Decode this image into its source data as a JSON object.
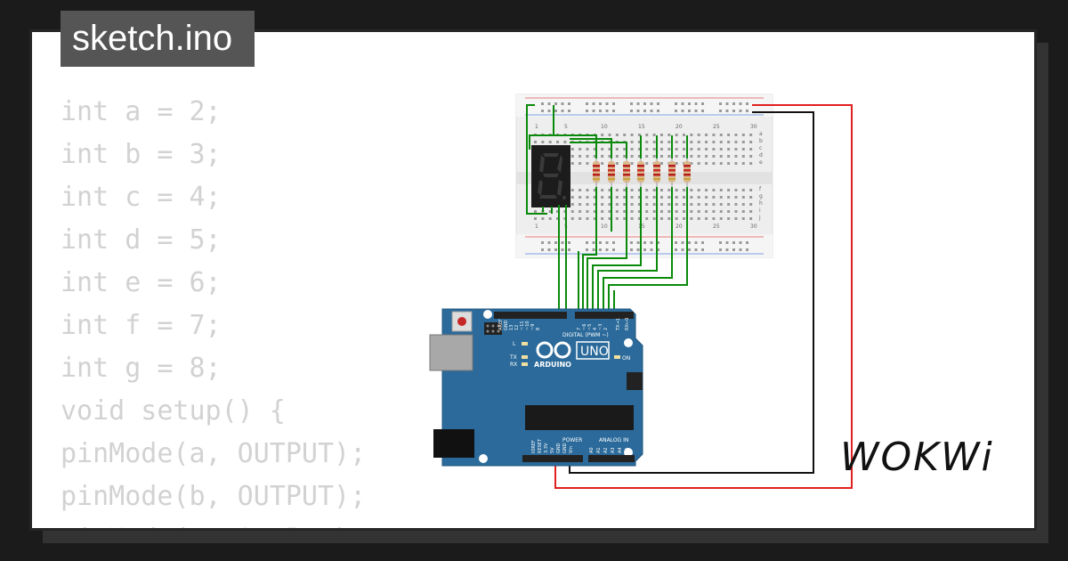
{
  "title": "sketch.ino",
  "code_lines": [
    "int a = 2;",
    "int b = 3;",
    "int c = 4;",
    "int d = 5;",
    "int e = 6;",
    "int f = 7;",
    "int g = 8;",
    "void setup() {",
    "pinMode(a, OUTPUT);",
    "pinMode(b, OUTPUT);",
    "pinMode(c, OUTPUT);"
  ],
  "logo_text": "WOKWi",
  "board": {
    "brand": "ARDUINO",
    "model": "UNO",
    "digital_label": "DIGITAL (PWM ~)",
    "power_label": "POWER",
    "analog_label": "ANALOG IN",
    "on_label": "ON",
    "led_labels": [
      "L",
      "TX",
      "RX"
    ],
    "digital_pins": [
      "AREF",
      "GND",
      "13",
      "12",
      "~11",
      "~10",
      "~9",
      "8",
      "7",
      "~6",
      "~5",
      "4",
      "~3",
      "2",
      "TX→1",
      "RX←0"
    ],
    "power_pins": [
      "IOREF",
      "RESET",
      "3.3V",
      "5V",
      "GND",
      "GND",
      "Vin"
    ],
    "analog_pins": [
      "A0",
      "A1",
      "A2",
      "A3",
      "A4",
      "A5"
    ]
  },
  "breadboard": {
    "column_numbers": [
      "1",
      "5",
      "10",
      "15",
      "20",
      "25",
      "30"
    ],
    "row_letters_top": [
      "a",
      "b",
      "c",
      "d",
      "e"
    ],
    "row_letters_bottom": [
      "f",
      "g",
      "h",
      "i",
      "j"
    ]
  },
  "colors": {
    "signal_wire": "#0a8a0a",
    "power_wire": "#e02020",
    "ground_wire": "#111111",
    "board": "#2b6a9a",
    "resistor": "#d9b88a",
    "segment_off": "#3a3a3a"
  }
}
